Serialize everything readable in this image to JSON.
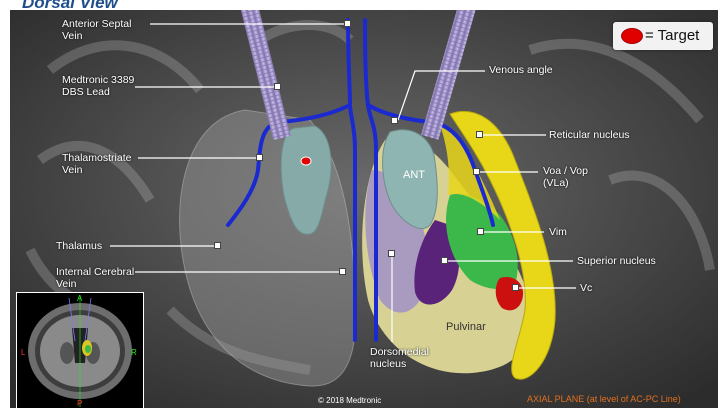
{
  "title": "Dorsal View",
  "legend": {
    "marker": "red-oval",
    "text": "= Target"
  },
  "labels": {
    "anterior_septal_vein": "Anterior Septal\nVein",
    "medtronic_lead": "Medtronic 3389\nDBS Lead",
    "thalamostriate_vein": "Thalamostriate\nVein",
    "thalamus": "Thalamus",
    "internal_cerebral_vein": "Internal Cerebral\nVein",
    "venous_angle": "Venous angle",
    "reticular_nucleus": "Reticular nucleus",
    "voa_vop": "Voa / Vop\n(VLa)",
    "vim": "Vim",
    "superior_nucleus": "Superior nucleus",
    "vc": "Vc",
    "dorsomedial_nucleus": "Dorsomedial\nnucleus"
  },
  "region_labels": {
    "ant": "ANT",
    "pulvinar": "Pulvinar"
  },
  "inset": {
    "anterior": "A",
    "posterior": "P",
    "left": "L",
    "right": "R"
  },
  "copyright": "© 2018 Medtronic",
  "plane_note": "AXIAL PLANE (at level of AC-PC Line)",
  "colors": {
    "vein": "#1a2ad0",
    "lead": "#a99bd0",
    "target": "#e00000",
    "reticular": "#e8d619",
    "vim": "#3cb84a",
    "dorsomedial": "#a89bbf",
    "pulvinar": "#d7d193",
    "ant": "#8fb5b2",
    "superior": "#5a237a",
    "vc": "#cc1010",
    "plane_note": "#e07020"
  }
}
